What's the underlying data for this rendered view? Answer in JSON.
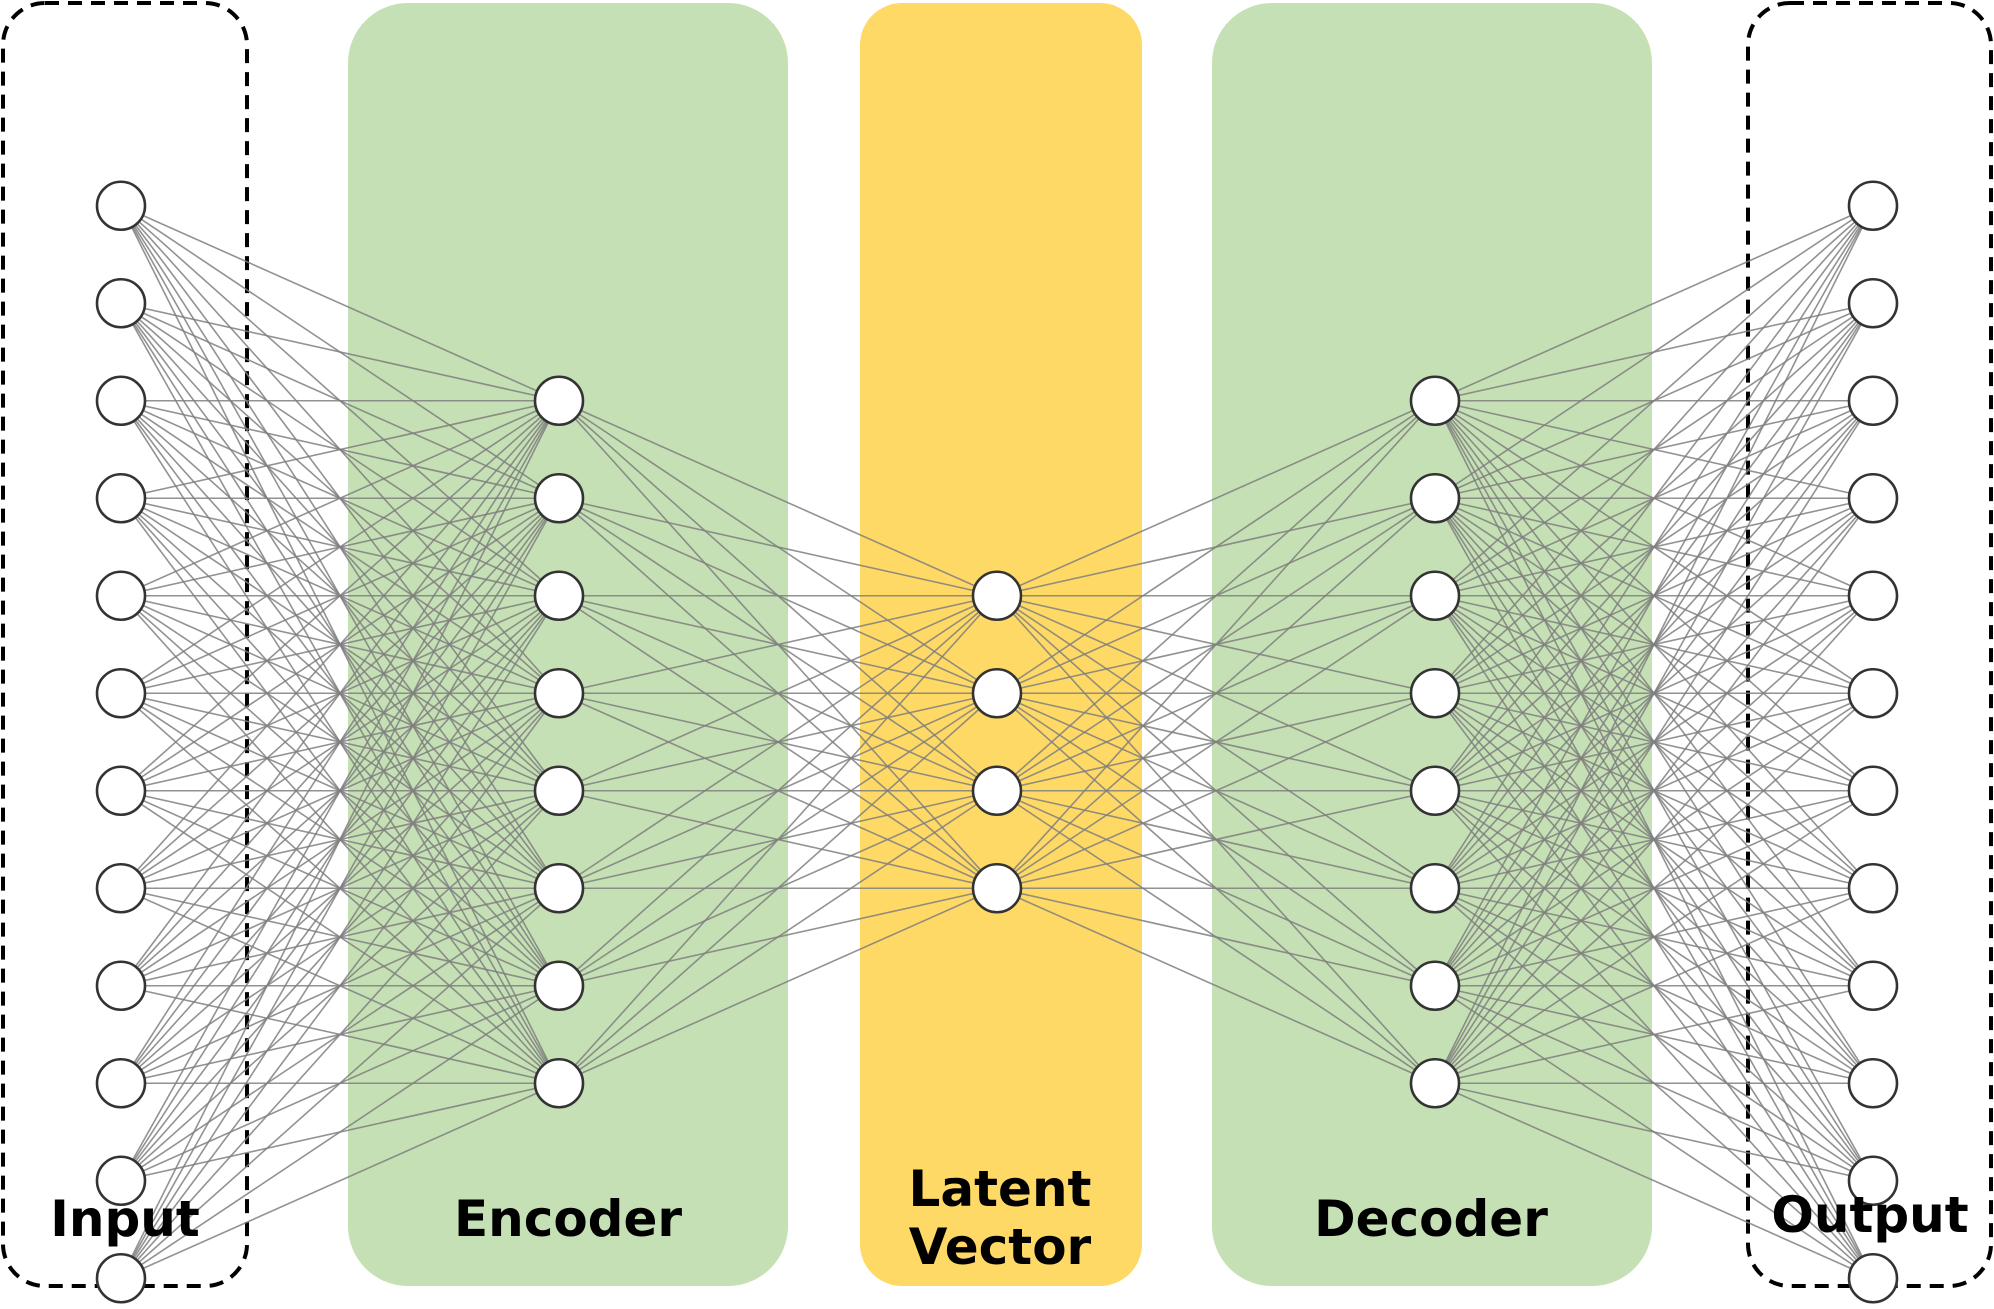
{
  "panels": {
    "input": {
      "label": "Input",
      "node_count": 12
    },
    "encoder": {
      "label": "Encoder",
      "node_count": 8,
      "fill": "#c5e0b4"
    },
    "latent": {
      "label_line1": "Latent",
      "label_line2": "Vector",
      "node_count": 4,
      "fill": "#ffd966"
    },
    "decoder": {
      "label": "Decoder",
      "node_count": 8,
      "fill": "#c5e0b4"
    },
    "output": {
      "label": "Output",
      "node_count": 12
    }
  },
  "colors": {
    "edge": "#7f7f7f",
    "node_fill": "#ffffff",
    "node_stroke": "#333333",
    "dashed_border": "#000000"
  }
}
